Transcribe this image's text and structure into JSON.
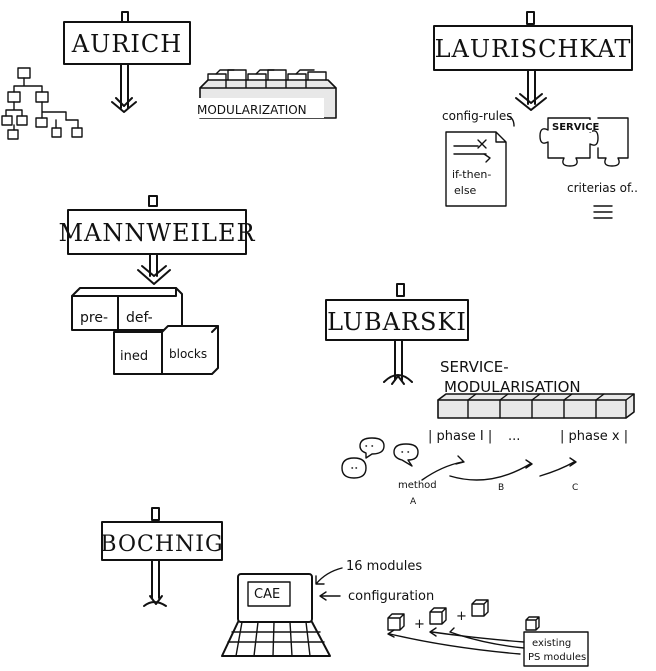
{
  "signs": {
    "aurich": "AURICH",
    "laurischkat": "LAURISCHKAT",
    "mannweiler": "MANNWEILER",
    "lubarski": "LUBARSKI",
    "bochnig": "BOCHNIG"
  },
  "aurich": {
    "modularization": "MODULARIZATION"
  },
  "laurischkat": {
    "config_rules": "config-rules",
    "if_then": "if-then-",
    "else": "else",
    "service": "SERVICE",
    "criterias": "criterias of.."
  },
  "mannweiler": {
    "blocks": [
      "pre-",
      "def-",
      "ined",
      "blocks"
    ]
  },
  "lubarski": {
    "title_line1": "SERVICE-",
    "title_line2": "MODULARISATION",
    "phase1": "| phase I |",
    "dots": "...",
    "phasex": "| phase x |",
    "method": "method",
    "method_a": "A",
    "method_b": "B",
    "method_c": "C"
  },
  "bochnig": {
    "screen": "CAE",
    "modules": "16 modules",
    "configuration": "configuration",
    "existing": "existing",
    "ps_modules": "PS modules"
  }
}
